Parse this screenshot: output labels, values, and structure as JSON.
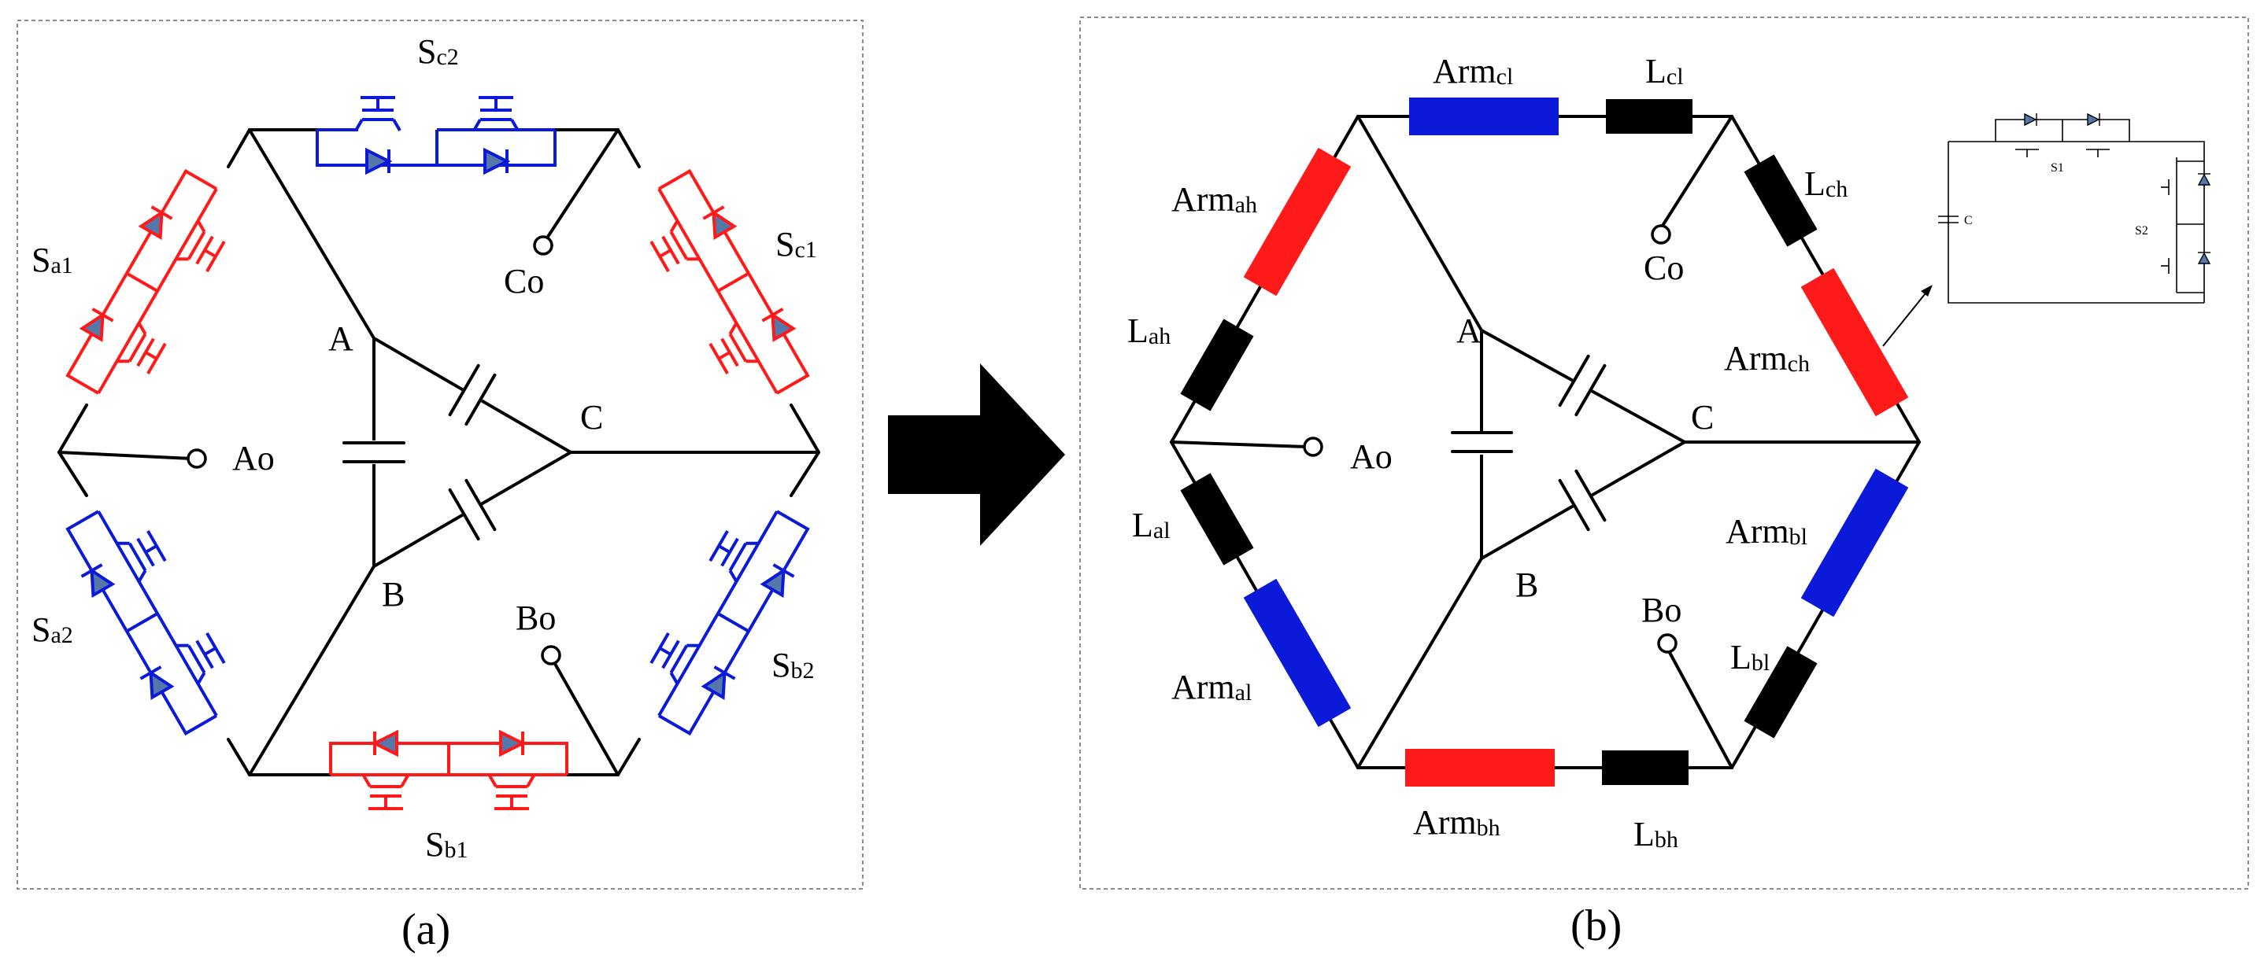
{
  "colors": {
    "red": "#ff1a1a",
    "blue": "#0a1ad8",
    "black": "#000000",
    "diode_fill": "#5577aa"
  },
  "panel_a": {
    "caption": "(a)",
    "nodes": {
      "A": "A",
      "B": "B",
      "C": "C"
    },
    "terminals": {
      "Ao": "Ao",
      "Bo": "Bo",
      "Co": "Co"
    },
    "switches": {
      "sa1": {
        "main": "S",
        "sub": "a1"
      },
      "sa2": {
        "main": "S",
        "sub": "a2"
      },
      "sb1": {
        "main": "S",
        "sub": "b1"
      },
      "sb2": {
        "main": "S",
        "sub": "b2"
      },
      "sc1": {
        "main": "S",
        "sub": "c1"
      },
      "sc2": {
        "main": "S",
        "sub": "c2"
      }
    }
  },
  "panel_b": {
    "caption": "(b)",
    "nodes": {
      "A": "A",
      "B": "B",
      "C": "C"
    },
    "terminals": {
      "Ao": "Ao",
      "Bo": "Bo",
      "Co": "Co"
    },
    "arms": {
      "arm_cl": {
        "main": "Arm",
        "sub": "cl"
      },
      "arm_ah": {
        "main": "Arm",
        "sub": "ah"
      },
      "arm_ch": {
        "main": "Arm",
        "sub": "ch"
      },
      "arm_bl": {
        "main": "Arm",
        "sub": "bl"
      },
      "arm_al": {
        "main": "Arm",
        "sub": "al"
      },
      "arm_bh": {
        "main": "Arm",
        "sub": "bh"
      }
    },
    "inductors": {
      "l_cl": {
        "main": "L",
        "sub": "cl"
      },
      "l_ch": {
        "main": "L",
        "sub": "ch"
      },
      "l_ah": {
        "main": "L",
        "sub": "ah"
      },
      "l_al": {
        "main": "L",
        "sub": "al"
      },
      "l_bl": {
        "main": "L",
        "sub": "bl"
      },
      "l_bh": {
        "main": "L",
        "sub": "bh"
      }
    },
    "submodule": {
      "capacitor_label": "C",
      "s1_label": "S1",
      "s2_label": "S2"
    }
  }
}
